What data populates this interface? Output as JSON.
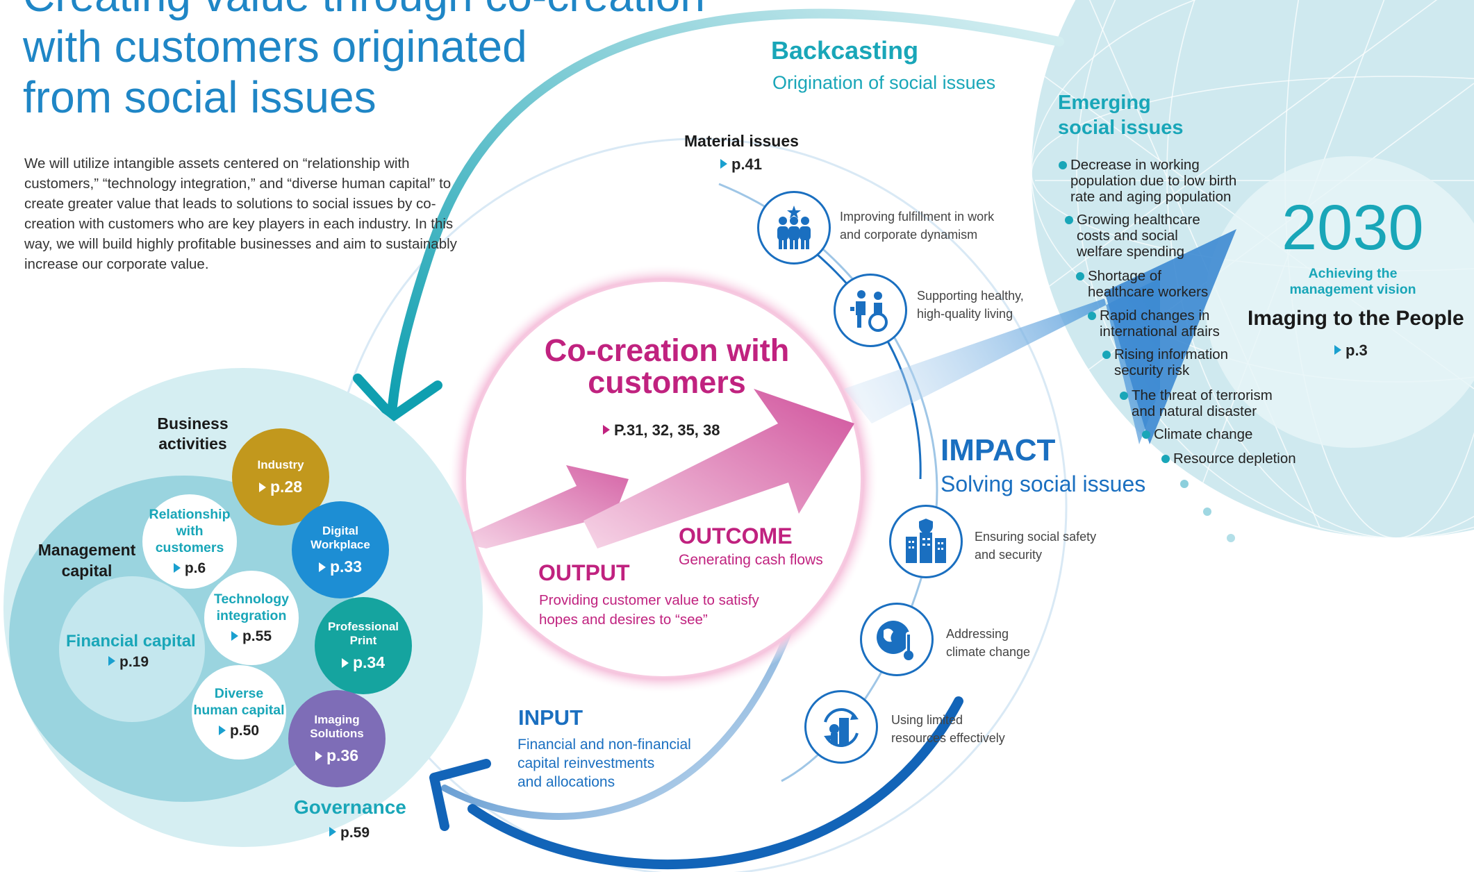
{
  "page": {
    "title_lines": [
      "Creating value through co-creation",
      "with customers originated",
      "from social issues"
    ],
    "intro": "We will utilize intangible assets centered on “relationship with customers,” “technology integration,” and “diverse human capital” to create greater value that leads to solutions to social issues by co-creation with customers who are key players in each industry. In this way, we will build highly profitable businesses and aim to sustainably increase our corporate value."
  },
  "backcasting": {
    "title": "Backcasting",
    "subtitle": "Origination of social issues"
  },
  "material": {
    "label": "Material issues",
    "ref": "p.41"
  },
  "emerging": {
    "title_lines": [
      "Emerging",
      "social issues"
    ],
    "items": [
      [
        "Decrease in working",
        "population due to low birth",
        "rate and aging population"
      ],
      [
        "Growing healthcare",
        "costs and social",
        "welfare spending"
      ],
      [
        "Shortage of",
        "healthcare workers"
      ],
      [
        "Rapid changes in",
        "international affairs"
      ],
      [
        "Rising information",
        "security risk"
      ],
      [
        "The threat of terrorism",
        "and natural disaster"
      ],
      [
        "Climate change"
      ],
      [
        "Resource depletion"
      ]
    ]
  },
  "vision": {
    "year": "2030",
    "label_lines": [
      "Achieving the",
      "management vision"
    ],
    "name": "Imaging to the People",
    "ref": "p.3"
  },
  "cocreation": {
    "title_lines": [
      "Co-creation with",
      "customers"
    ],
    "ref": "P.31, 32, 35, 38"
  },
  "impact": {
    "title": "IMPACT",
    "subtitle": "Solving social issues"
  },
  "outcome": {
    "title": "OUTCOME",
    "subtitle": "Generating cash flows"
  },
  "output": {
    "title": "OUTPUT",
    "lines": [
      "Providing customer value to satisfy",
      "hopes and desires to “see”"
    ]
  },
  "input": {
    "title": "INPUT",
    "lines": [
      "Financial and non-financial",
      "capital reinvestments",
      "and allocations"
    ]
  },
  "material_items": [
    {
      "icon": "people-team-icon",
      "lines": [
        "Improving fulfillment in work",
        "and corporate dynamism"
      ]
    },
    {
      "icon": "healthcare-support-icon",
      "lines": [
        "Supporting healthy,",
        "high-quality living"
      ]
    },
    {
      "icon": "safety-buildings-icon",
      "lines": [
        "Ensuring social safety",
        "and security"
      ]
    },
    {
      "icon": "climate-globe-icon",
      "lines": [
        "Addressing",
        "climate change"
      ]
    },
    {
      "icon": "resource-cycle-icon",
      "lines": [
        "Using limited",
        "resources effectively"
      ]
    }
  ],
  "capital": {
    "business_label_lines": [
      "Business",
      "activities"
    ],
    "management_label_lines": [
      "Management",
      "capital"
    ],
    "financial": {
      "label": "Financial capital",
      "ref": "p.19"
    },
    "governance": {
      "label": "Governance",
      "ref": "p.59"
    },
    "white_bubbles": [
      {
        "lines": [
          "Relationship",
          "with customers"
        ],
        "ref": "p.6"
      },
      {
        "lines": [
          "Technology",
          "integration"
        ],
        "ref": "p.55"
      },
      {
        "lines": [
          "Diverse",
          "human capital"
        ],
        "ref": "p.50"
      }
    ],
    "segments": [
      {
        "lines": [
          "Industry"
        ],
        "ref": "p.28",
        "color": "#c2981d"
      },
      {
        "lines": [
          "Digital",
          "Workplace"
        ],
        "ref": "p.33",
        "color": "#1d8ed4"
      },
      {
        "lines": [
          "Professional",
          "Print"
        ],
        "ref": "p.34",
        "color": "#15a49f"
      },
      {
        "lines": [
          "Imaging",
          "Solutions"
        ],
        "ref": "p.36",
        "color": "#7e6db7"
      }
    ]
  },
  "colors": {
    "title_blue": "#1f86c6",
    "teal": "#19a6b8",
    "magenta": "#c0227f",
    "navy": "#1a6fc0",
    "pale_teal": "#d5eef2",
    "mid_teal": "#9ad4df"
  }
}
